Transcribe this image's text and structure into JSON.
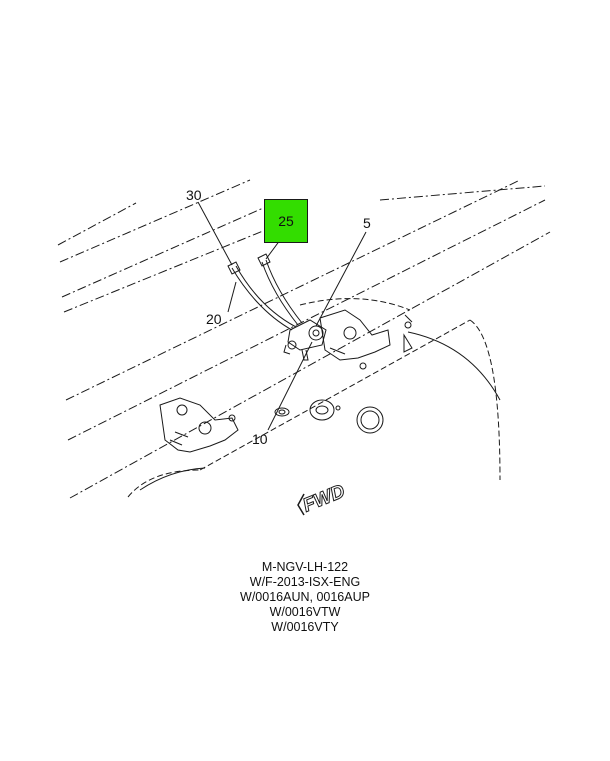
{
  "colors": {
    "highlight": "#33dd00",
    "line": "#1a1a1a",
    "background": "#ffffff"
  },
  "callouts": {
    "c30": "30",
    "c25": "25",
    "c5": "5",
    "c20": "20",
    "c10": "10"
  },
  "fwd_label": "FWD",
  "caption": [
    "M-NGV-LH-122",
    "W/F-2013-ISX-ENG",
    "W/0016AUN, 0016AUP",
    "W/0016VTW",
    "W/0016VTY"
  ]
}
